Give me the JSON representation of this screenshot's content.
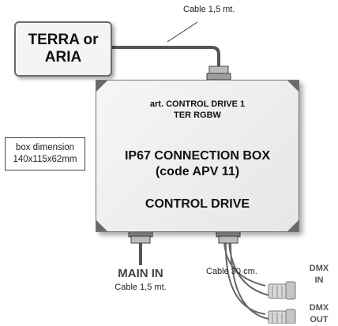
{
  "top_cable": "Cable 1,5 mt.",
  "terra_box": "TERRA or\nARIA",
  "box": {
    "art_line1": "art. CONTROL DRIVE 1",
    "art_line2": "TER RGBW",
    "title_line1": "IP67 CONNECTION BOX",
    "title_line2": "(code APV 11)",
    "subtitle": "CONTROL DRIVE"
  },
  "dimension": {
    "line1": "box dimension",
    "line2": "140x115x62mm"
  },
  "main_in": {
    "label": "MAIN IN",
    "cable": "Cable 1,5 mt."
  },
  "cable_30": "Cable 30 cm.",
  "dmx_in": {
    "line1": "DMX",
    "line2": "IN"
  },
  "dmx_out": {
    "line1": "DMX",
    "line2": "OUT"
  },
  "colors": {
    "cable": "#555555",
    "box_fill": "#eeeeee",
    "gland": "#999999"
  }
}
